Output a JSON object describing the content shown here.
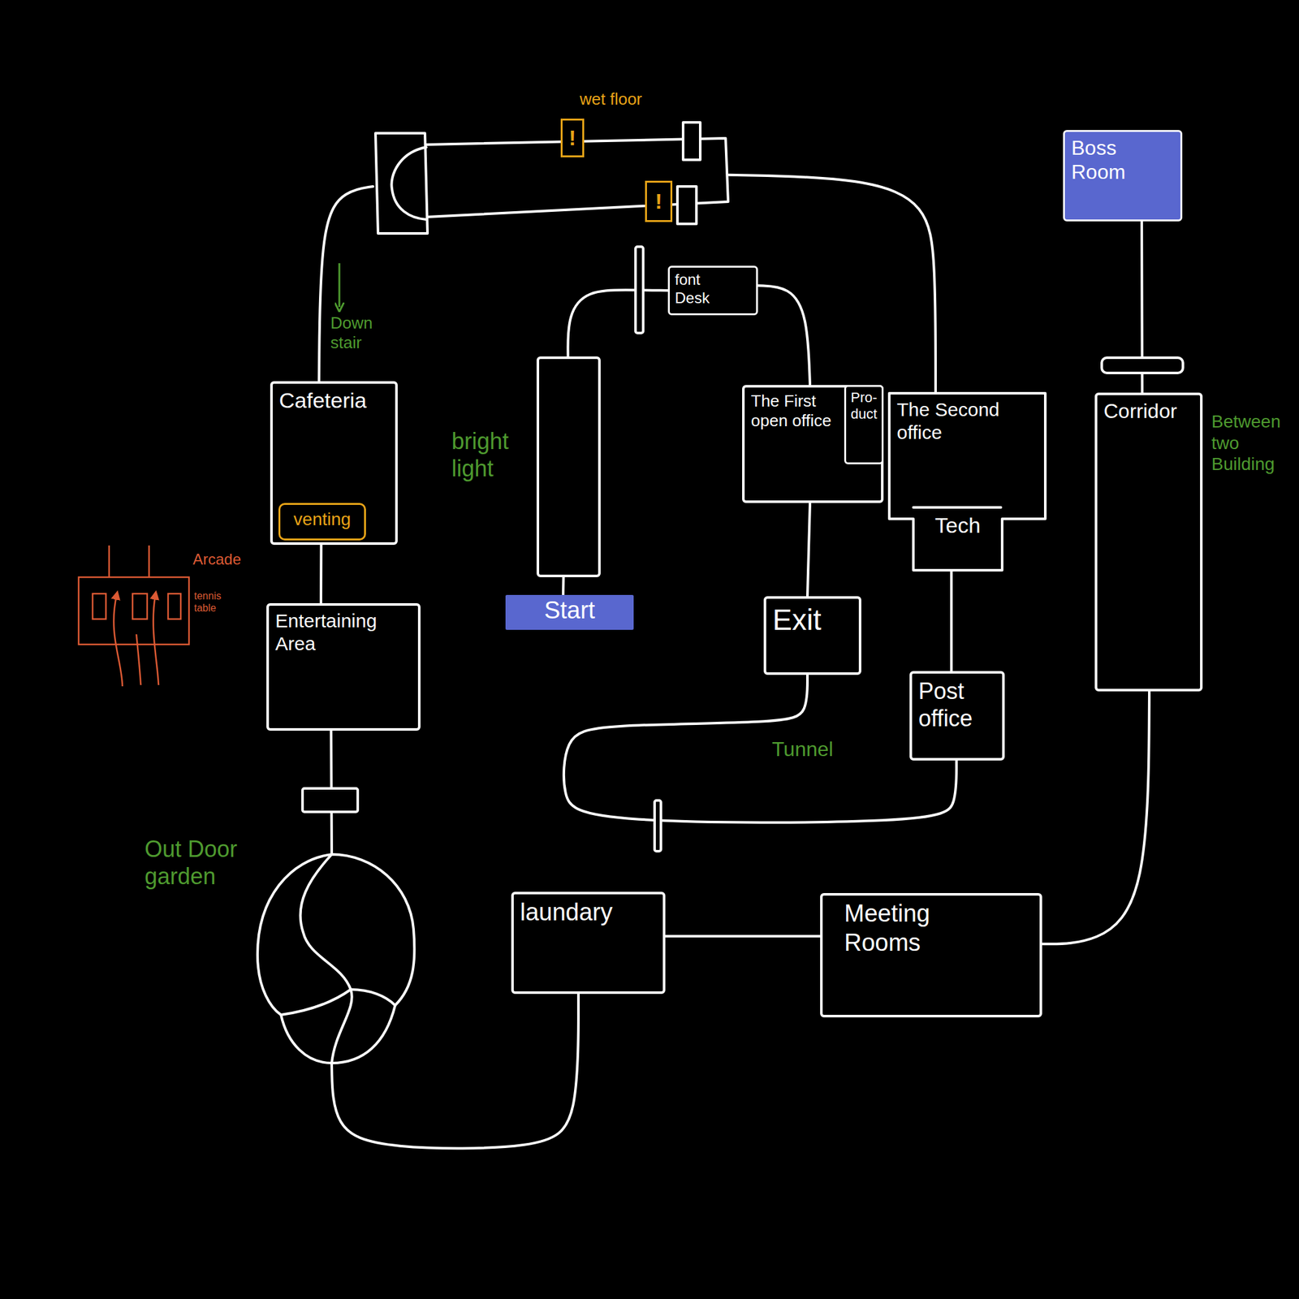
{
  "diagram": {
    "nodes": [
      {
        "text": [
          "wet floor"
        ]
      },
      {
        "text": [
          "Boss Room"
        ]
      },
      {
        "text": [
          "font Desk"
        ]
      },
      {
        "text": [
          "bright light"
        ]
      },
      {
        "text": [
          "Cafeteria"
        ]
      },
      {
        "text": [
          "venting"
        ],
        "in": 4
      },
      {
        "text": [
          "The First open office"
        ]
      },
      {
        "text": [
          "Pro- duct"
        ],
        "in": 6
      },
      {
        "text": [
          "The Second office",
          "Tech"
        ]
      },
      {
        "text": [
          "Corridor"
        ]
      },
      {
        "text": [
          "Entertaining Area"
        ]
      },
      {
        "text": [
          "Start"
        ]
      },
      {
        "text": [
          "Exit"
        ]
      },
      {
        "text": [
          "Post office"
        ]
      },
      {
        "text": [
          "Out Door garden"
        ]
      },
      {
        "text": [
          "laundary"
        ]
      },
      {
        "text": [
          "Meeting Rooms"
        ]
      }
    ],
    "edges": [
      {
        "from": 0,
        "to": 4,
        "label": "Down stair",
        "arrow": "none"
      },
      {
        "from": 0,
        "to": 8,
        "arrow": "none"
      },
      {
        "from": 11,
        "to": 3,
        "arrow": "none"
      },
      {
        "from": 3,
        "to": 2,
        "arrow": "none"
      },
      {
        "from": 2,
        "to": 6,
        "arrow": "none"
      },
      {
        "from": 4,
        "to": 10,
        "arrow": "none"
      },
      {
        "from": 6,
        "to": 12,
        "arrow": "none"
      },
      {
        "from": 8,
        "to": 13,
        "arrow": "none"
      },
      {
        "from": 12,
        "to": 13,
        "label": "Tunnel",
        "arrow": "none"
      },
      {
        "from": 10,
        "to": 14,
        "arrow": "none"
      },
      {
        "from": 14,
        "to": 15,
        "arrow": "none"
      },
      {
        "from": 15,
        "to": 16,
        "arrow": "none"
      },
      {
        "from": 16,
        "to": 9,
        "arrow": "none"
      },
      {
        "from": 9,
        "to": 1,
        "arrow": "none"
      }
    ],
    "labels": [
      "!",
      "!",
      "Between two Building",
      "Arcade",
      "tennis table"
    ]
  }
}
